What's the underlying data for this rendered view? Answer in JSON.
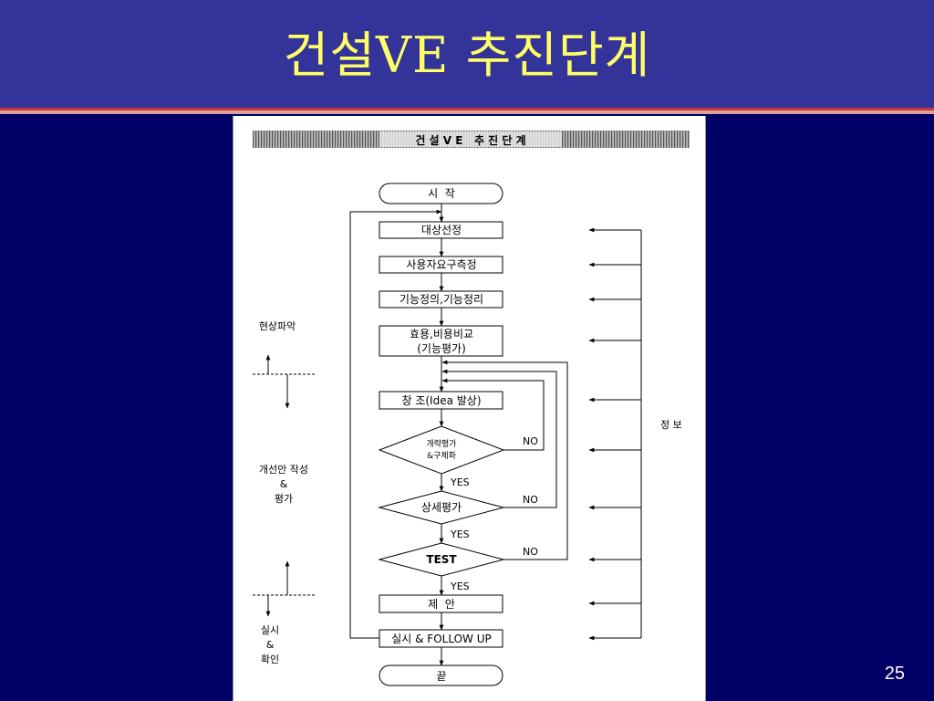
{
  "slide": {
    "title": "건설VE 추진단계",
    "page_number": "25"
  },
  "diagram": {
    "header": "건 설 V E   추 진 단 계",
    "nodes": {
      "start": "시  작",
      "select": "대상선정",
      "needs": "사용자요구측정",
      "function": "기능정의,기능정리",
      "cost_line1": "효용,비용비교",
      "cost_line2": "(기능평가)",
      "idea": "창 조(Idea 발상)",
      "rough_line1": "개략평가",
      "rough_line2": "&구체화",
      "detail": "상세평가",
      "test": "TEST",
      "proposal": "제  안",
      "implement": "실시 & FOLLOW UP",
      "end": "끝"
    },
    "labels": {
      "yes": "YES",
      "no": "NO",
      "info": "정 보"
    },
    "phases": {
      "analysis": "현상파악",
      "improve_line1": "개선안 작성",
      "improve_line2": "&",
      "improve_line3": "평가",
      "confirm_line1": "실시",
      "confirm_line2": "&",
      "confirm_line3": "확인"
    }
  }
}
